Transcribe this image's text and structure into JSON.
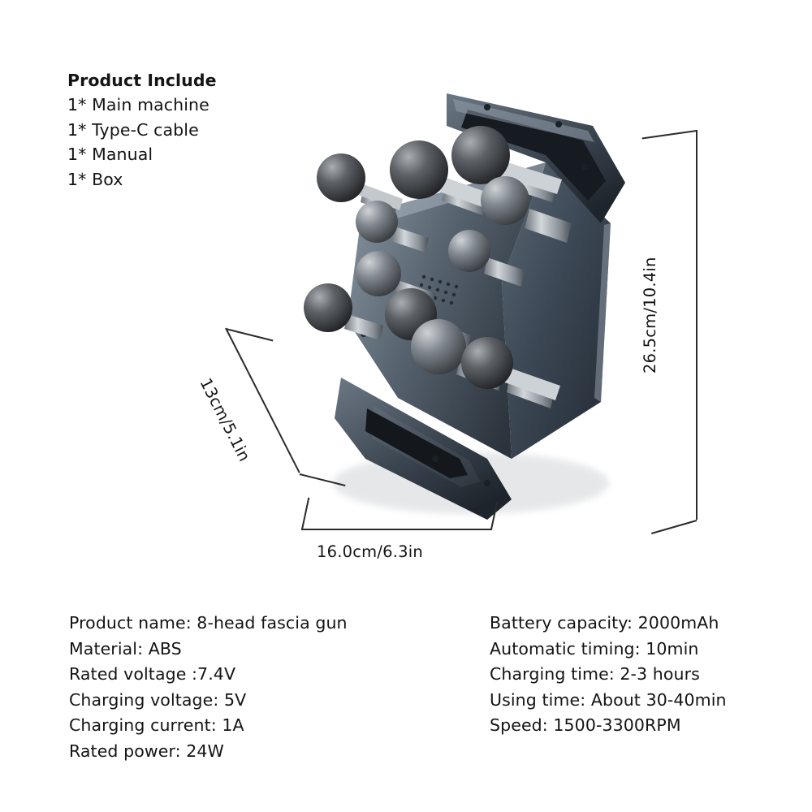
{
  "include": {
    "title": "Product Include",
    "items": [
      "1* Main machine",
      "1* Type-C cable",
      "1* Manual",
      "1* Box"
    ]
  },
  "dimensions": {
    "right": "26.5cm/10.4in",
    "left": "13cm/5.1in",
    "bottom": "16.0cm/6.3in"
  },
  "specs": {
    "left": [
      "Product name: 8-head fascia gun",
      "Material: ABS",
      "Rated voltage :7.4V",
      "Charging voltage: 5V",
      "Charging current: 1A",
      "Rated power: 24W"
    ],
    "right": [
      "Battery capacity: 2000mAh",
      "Automatic timing: 10min",
      "Charging time: 2-3 hours",
      "Using time: About 30-40min",
      "Speed: 1500-3300RPM"
    ]
  },
  "product_image": {
    "alt": "8-head fascia gun massage device, dark gunmetal body with dual handles and eight ball massage heads",
    "colors": {
      "body_dark": "#2f3946",
      "body_mid": "#46525f",
      "body_light": "#7c8894",
      "head_dark": "#26282c",
      "head_light": "#9aa0a6",
      "shaft": "#b9bfc4"
    }
  }
}
